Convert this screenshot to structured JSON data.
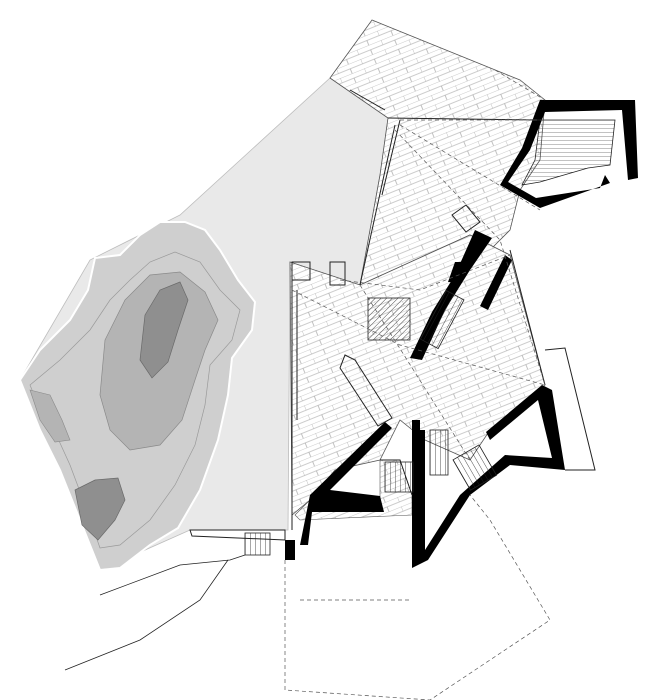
{
  "colors": {
    "background": "#ffffff",
    "terrace_fill": "#e9e9e9",
    "slope_fill": "#cfcfcf",
    "slope_mid": "#b4b4b4",
    "slope_dark": "#8f8f8f",
    "paving_line": "#9a9a9a",
    "wall": "#000000",
    "outline": "#222222",
    "dashed": "#555555"
  },
  "layers": [
    "terrace",
    "hillside-contours",
    "paving",
    "walls",
    "stairs",
    "outlines",
    "hidden-lines"
  ]
}
